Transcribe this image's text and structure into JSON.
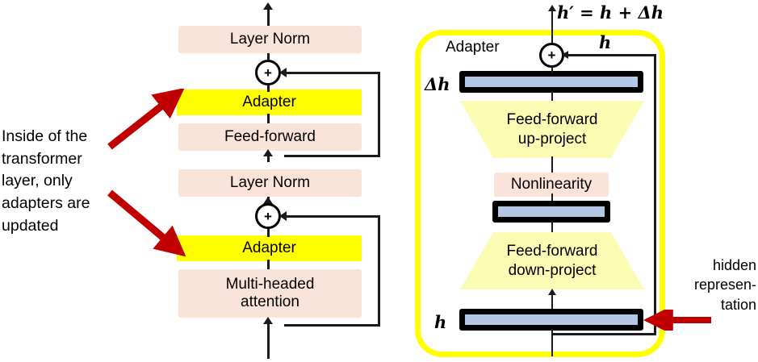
{
  "figure": {
    "title": "Adapter module inside a transformer layer",
    "colors": {
      "adapter_highlight": "#ffff00",
      "block_fill": "#fae3d9",
      "bar_fill": "#b4c7e7",
      "trapezoid_fill": "#fcfcb4",
      "arrow_red": "#c00000",
      "line_black": "#1a1a1a"
    }
  },
  "left_panel": {
    "name": "transformer-layer",
    "annotation": {
      "text_lines": [
        "Inside of the",
        "transformer",
        "layer, only",
        "adapters are",
        "updated"
      ],
      "arrow_count": 2,
      "arrow_color": "#c00000"
    },
    "blocks": [
      {
        "label": "Layer Norm",
        "type": "layer-norm",
        "highlight": false
      },
      {
        "label": "Adapter",
        "type": "adapter",
        "highlight": true
      },
      {
        "label": "Feed-forward",
        "type": "feed-forward",
        "highlight": false
      },
      {
        "label": "Layer Norm",
        "type": "layer-norm",
        "highlight": false
      },
      {
        "label": "Adapter",
        "type": "adapter",
        "highlight": true
      },
      {
        "label": "Multi-headed attention",
        "type": "attention",
        "highlight": false
      }
    ],
    "adders": [
      {
        "symbol": "+",
        "name": "residual-add-ffn"
      },
      {
        "symbol": "+",
        "name": "residual-add-attention"
      }
    ]
  },
  "right_panel": {
    "name": "adapter-detail",
    "caption": "Adapter",
    "output_formula": "h′ = h + Δh",
    "skip_label": "h",
    "add_symbol": "+",
    "bars": [
      {
        "label": "Δh",
        "name": "delta-h-bar"
      },
      {
        "label": "",
        "name": "bottleneck-bar"
      },
      {
        "label": "h",
        "name": "hidden-bar"
      }
    ],
    "modules": [
      {
        "lines": [
          "Feed-forward",
          "up-project"
        ],
        "shape": "trapezoid-up"
      },
      {
        "lines": [
          "Nonlinearity"
        ],
        "shape": "rect"
      },
      {
        "lines": [
          "Feed-forward",
          "down-project"
        ],
        "shape": "trapezoid-down"
      }
    ],
    "input_annotation": {
      "lines": [
        "hidden",
        "represen-",
        "tation"
      ]
    }
  }
}
